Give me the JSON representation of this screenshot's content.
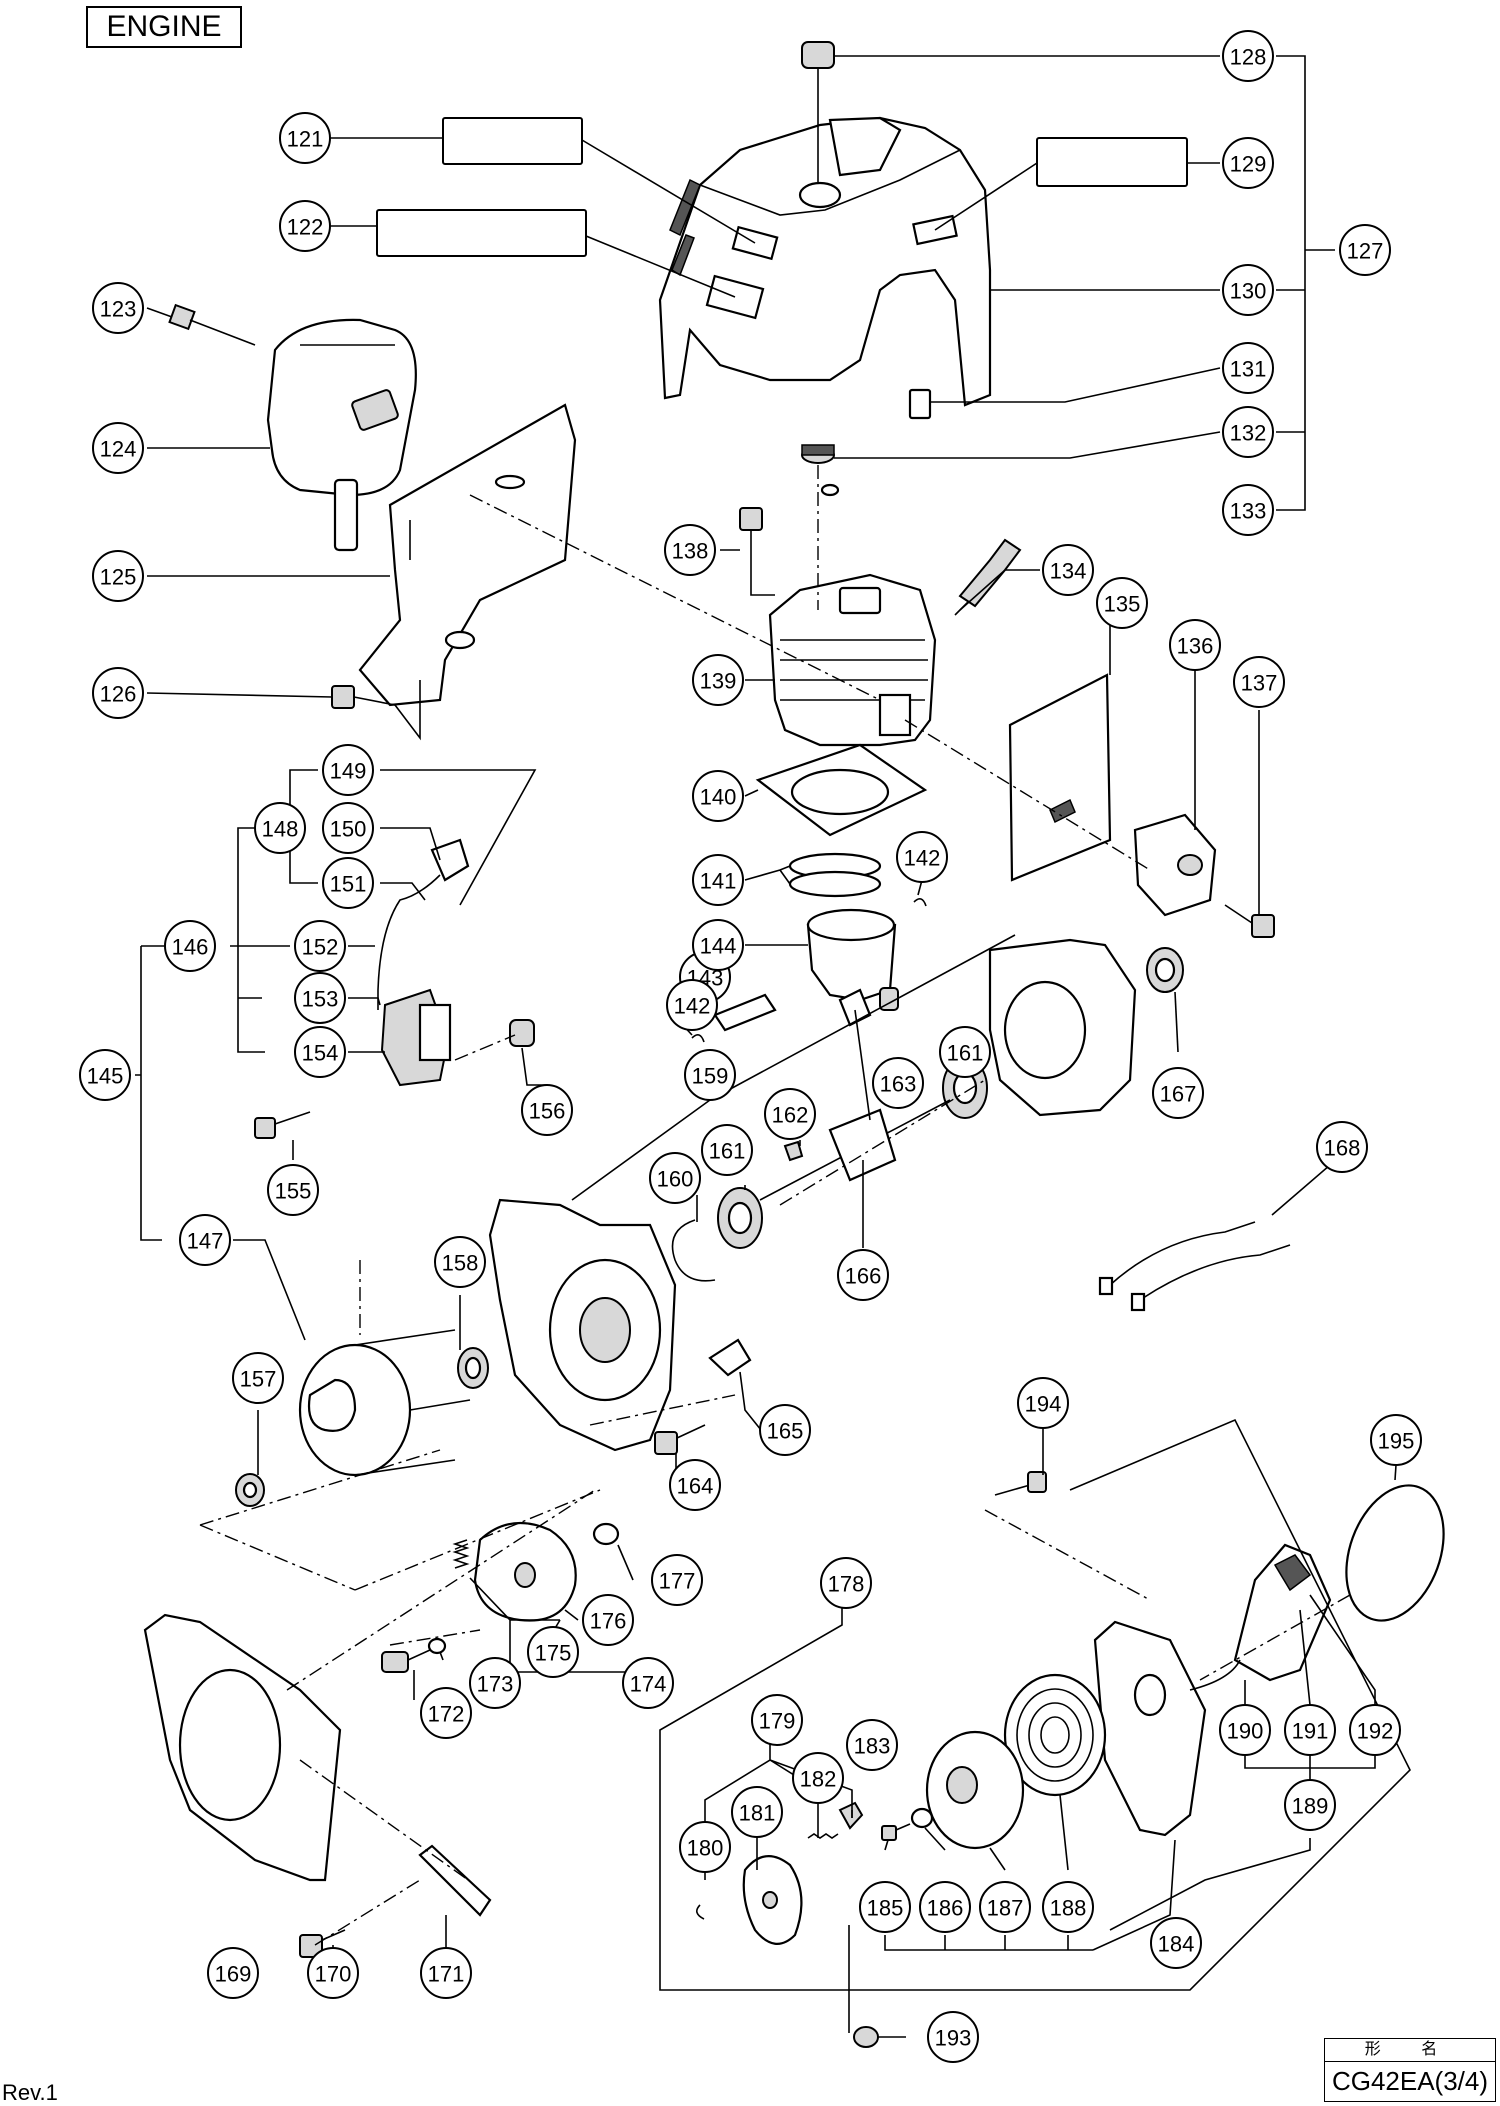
{
  "header": {
    "section_title": "ENGINE"
  },
  "footer": {
    "revision": "Rev.1",
    "model_label": "形 名",
    "model_name": "CG42EA(3/4)"
  },
  "diagram": {
    "callouts": [
      "121",
      "122",
      "123",
      "124",
      "125",
      "126",
      "127",
      "128",
      "129",
      "130",
      "131",
      "132",
      "133",
      "134",
      "135",
      "136",
      "137",
      "138",
      "139",
      "140",
      "141",
      "142",
      "143",
      "144",
      "145",
      "146",
      "147",
      "148",
      "149",
      "150",
      "151",
      "152",
      "153",
      "154",
      "155",
      "156",
      "157",
      "158",
      "159",
      "160",
      "161",
      "162",
      "163",
      "164",
      "165",
      "166",
      "167",
      "168",
      "169",
      "170",
      "171",
      "172",
      "173",
      "174",
      "175",
      "176",
      "177",
      "178",
      "179",
      "180",
      "181",
      "182",
      "183",
      "184",
      "185",
      "186",
      "187",
      "188",
      "189",
      "190",
      "191",
      "192",
      "193",
      "194",
      "195"
    ]
  }
}
